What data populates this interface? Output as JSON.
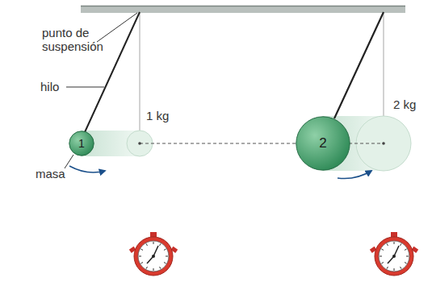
{
  "diagram": {
    "nodes": [
      {
        "text": [
          "1"
        ]
      },
      {
        "text": [
          "2"
        ]
      }
    ],
    "labels": [
      "punto de suspensión",
      "hilo",
      "masa",
      "1 kg",
      "2 kg"
    ]
  }
}
